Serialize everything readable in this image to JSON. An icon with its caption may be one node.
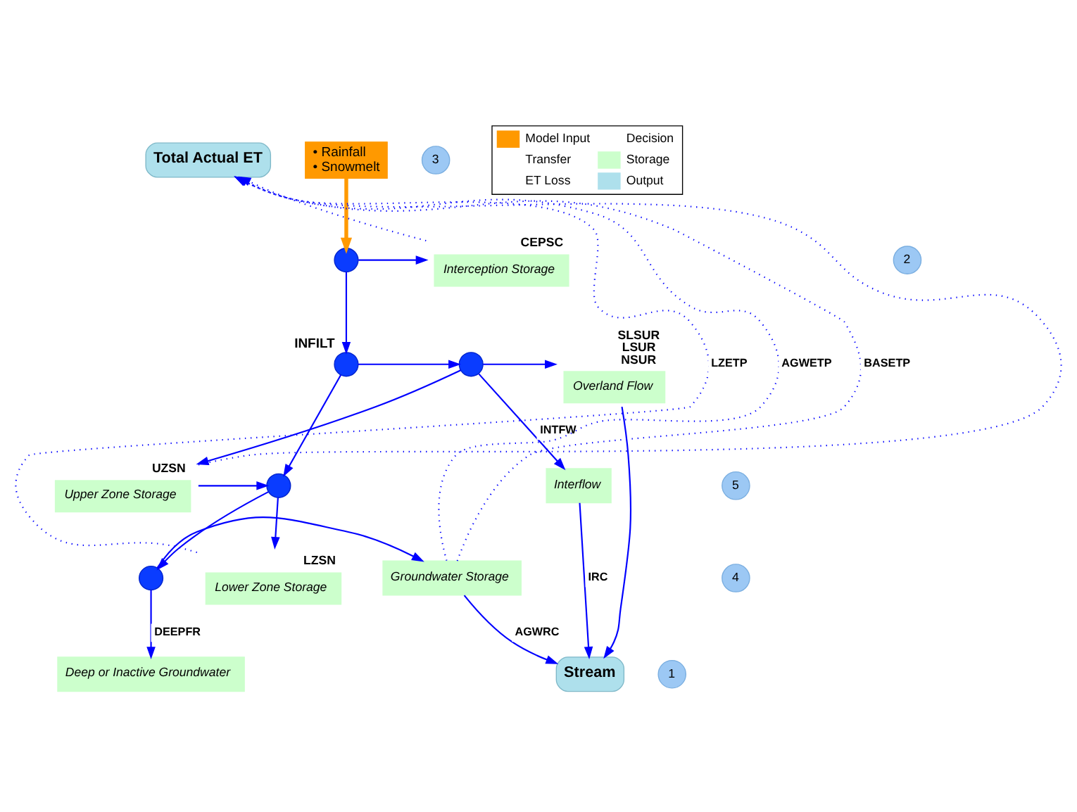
{
  "diagram": {
    "nodes": [
      {
        "text": [
          "Total Actual ET"
        ]
      },
      {
        "text": [
          "• Rainfall",
          "• Snowmelt"
        ]
      },
      {
        "text": [],
        "shape": "circle"
      },
      {
        "text": [
          "Interception Storage"
        ],
        "beside": [
          "CEPSC"
        ]
      },
      {
        "text": [],
        "shape": "circle",
        "beside": [
          "INFILT"
        ]
      },
      {
        "text": [],
        "shape": "circle"
      },
      {
        "text": [
          "Overland Flow"
        ],
        "beside": [
          "SLSUR",
          "LSUR",
          "NSUR"
        ]
      },
      {
        "text": [
          "Upper Zone Storage"
        ],
        "beside": [
          "UZSN"
        ]
      },
      {
        "text": [
          "Interflow"
        ]
      },
      {
        "text": [],
        "shape": "circle"
      },
      {
        "text": [
          "Lower Zone Storage"
        ],
        "beside": [
          "LZSN"
        ]
      },
      {
        "text": [],
        "shape": "circle"
      },
      {
        "text": [
          "Groundwater Storage"
        ]
      },
      {
        "text": [
          "Deep or Inactive Groundwater"
        ]
      },
      {
        "text": [
          "Stream"
        ]
      },
      {
        "text": [
          "2"
        ]
      },
      {
        "text": [
          "3"
        ]
      },
      {
        "text": [
          "5"
        ]
      },
      {
        "text": [
          "4"
        ]
      },
      {
        "text": [
          "1"
        ]
      }
    ],
    "edges": [
      {
        "from": 1,
        "to": 2,
        "arrow": "to",
        "style": "thick",
        "color": "#ff9900"
      },
      {
        "from": 2,
        "to": 3,
        "arrow": "to"
      },
      {
        "from": 2,
        "to": 4,
        "arrow": "to"
      },
      {
        "from": 4,
        "to": 5,
        "arrow": "to"
      },
      {
        "from": 5,
        "to": 6,
        "arrow": "to"
      },
      {
        "from": 5,
        "to": 7,
        "arrow": "to"
      },
      {
        "from": 5,
        "to": 8,
        "arrow": "to",
        "label": "INTFW"
      },
      {
        "from": 4,
        "to": 9,
        "arrow": "to"
      },
      {
        "from": 7,
        "to": 9,
        "arrow": "to"
      },
      {
        "from": 9,
        "to": 10,
        "arrow": "to"
      },
      {
        "from": 9,
        "to": 11,
        "arrow": "to"
      },
      {
        "from": 11,
        "to": 12,
        "arrow": "to"
      },
      {
        "from": 11,
        "to": 13,
        "arrow": "to",
        "label": "DEEPFR"
      },
      {
        "from": 6,
        "to": 14,
        "arrow": "to"
      },
      {
        "from": 8,
        "to": 14,
        "arrow": "to",
        "label": "IRC"
      },
      {
        "from": 12,
        "to": 14,
        "arrow": "to",
        "label": "AGWRC"
      },
      {
        "from": 3,
        "to": 0,
        "arrow": "to",
        "style": "dashed"
      },
      {
        "from": 7,
        "to": 0,
        "arrow": "to",
        "style": "dashed"
      },
      {
        "from": 10,
        "to": 0,
        "arrow": "to",
        "style": "dashed",
        "label": "LZETP"
      },
      {
        "from": 12,
        "to": 0,
        "arrow": "to",
        "style": "dashed",
        "label": "AGWETP"
      },
      {
        "from": 12,
        "to": 0,
        "arrow": "to",
        "style": "dashed",
        "label": "BASETP"
      }
    ],
    "legend": [
      {
        "text": "Model Input",
        "color": "#ff9900"
      },
      {
        "text": "Decision"
      },
      {
        "text": "Transfer"
      },
      {
        "text": "Storage",
        "color": "#ccffcc"
      },
      {
        "text": "ET Loss"
      },
      {
        "text": "Output",
        "color": "#aee0ec"
      }
    ]
  }
}
